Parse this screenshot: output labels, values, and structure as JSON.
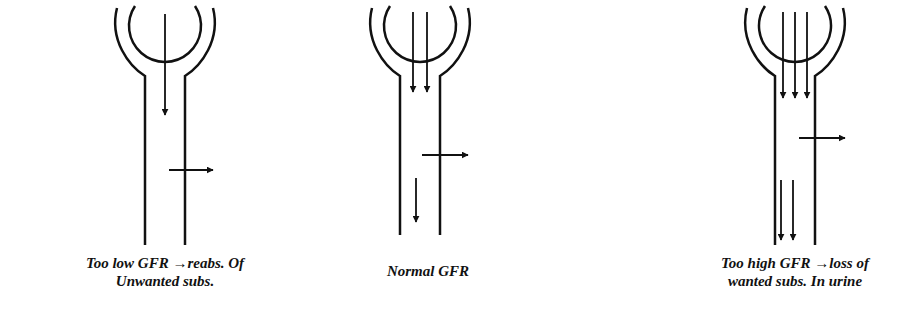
{
  "diagram": {
    "labels": [
      "Too low GFR →reabs. Of Unwanted subs.",
      "Normal GFR",
      "Too high GFR →loss of wanted subs. In urine"
    ]
  }
}
